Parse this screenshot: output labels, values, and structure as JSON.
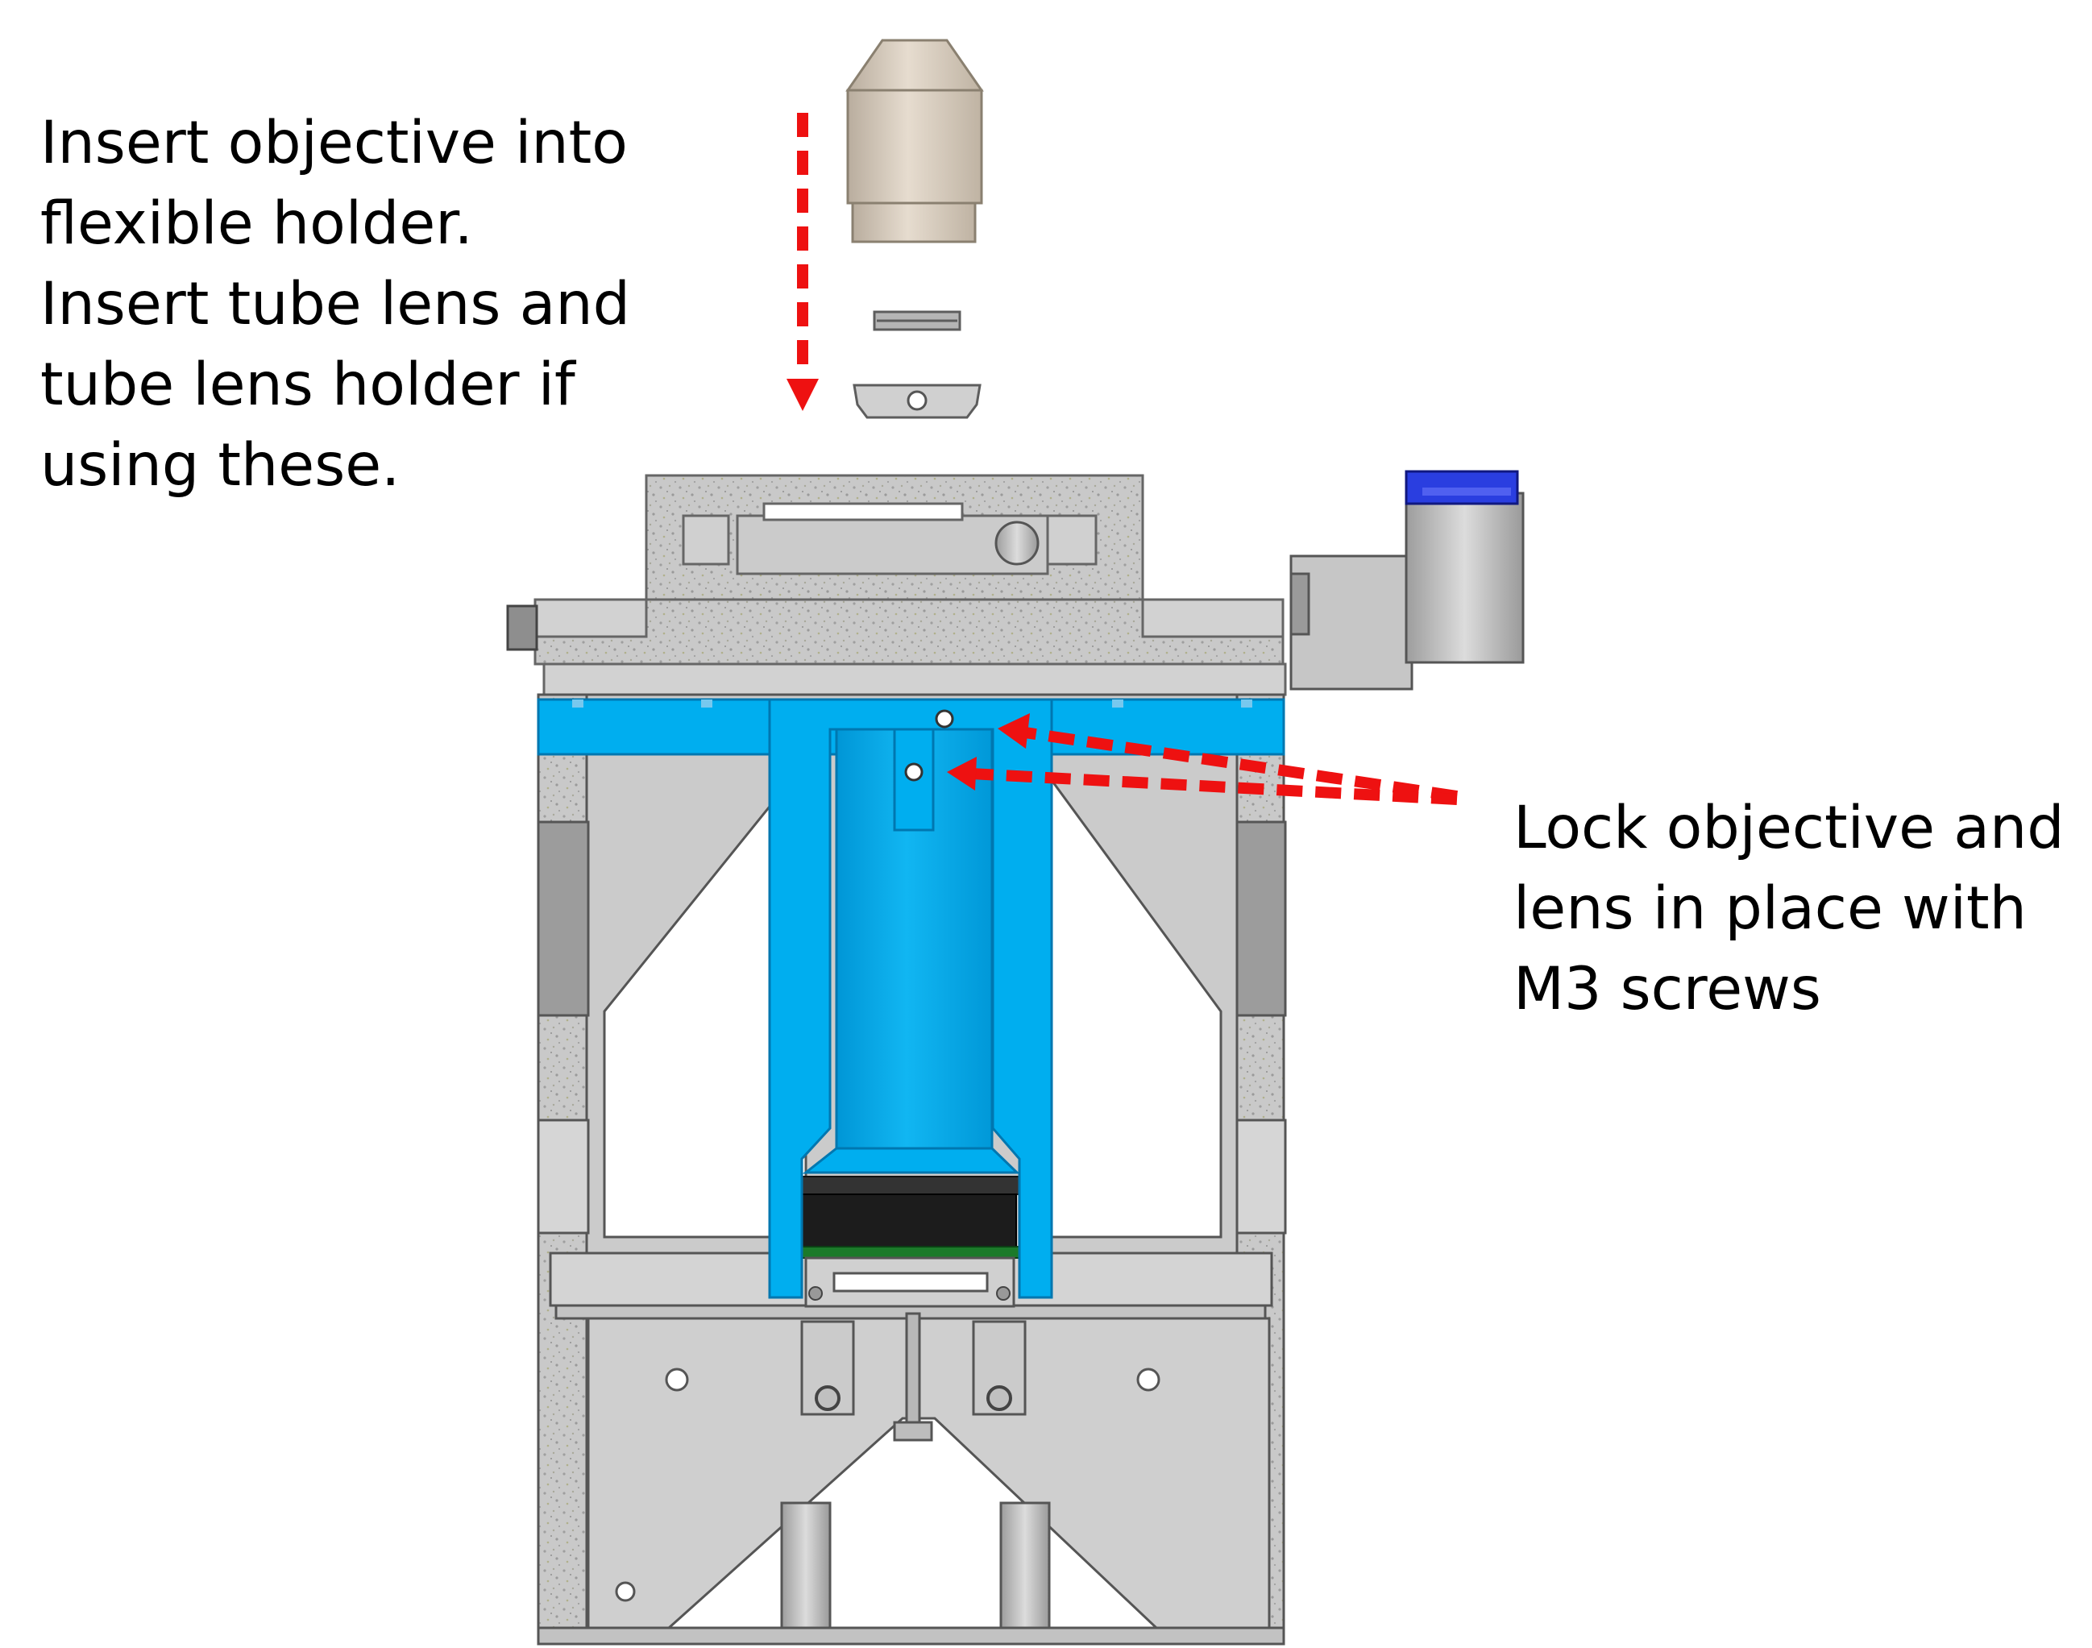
{
  "captions": {
    "insert": {
      "lines": [
        "Insert objective into",
        "flexible holder.",
        "Insert tube lens and",
        "tube lens holder if",
        "using these."
      ]
    },
    "lock": {
      "lines": [
        "Lock objective and",
        "lens in place with",
        "M3 screws"
      ]
    }
  },
  "colors": {
    "arrow": "#ee1111",
    "blue_part": "#00aeef",
    "blue_outline": "#0077b0",
    "gray_body": "#cbcbcb",
    "gray_dark": "#9a9a9a",
    "speckle": "#b8b8b8",
    "objective": "#d9cdbf",
    "knob": "#2a3ee0"
  },
  "icons": {
    "insert_arrow": "arrow-down-dashed",
    "lock_arrows": "arrow-left-dashed"
  }
}
